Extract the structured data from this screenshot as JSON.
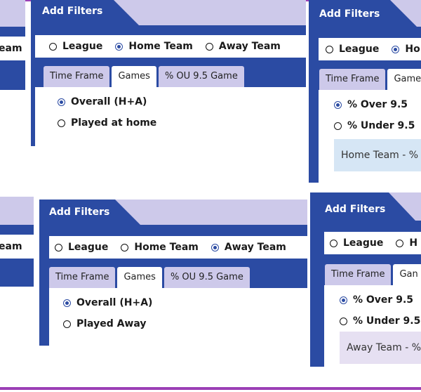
{
  "panel": {
    "title": "Add Filters",
    "radios": [
      "League",
      "Home Team",
      "Away Team"
    ],
    "tabs": [
      "Time Frame",
      "Games",
      "% OU 9.5 Game"
    ]
  },
  "fragments": {
    "left_top": "eam",
    "left_bottom": "eam",
    "cut_ho": "Ho",
    "cut_h": "H",
    "cut_game": "Game",
    "cut_gan": "Gan"
  },
  "top_center": {
    "options": [
      "Overall (H+A)",
      "Played at home"
    ],
    "selected_radio": "Home Team"
  },
  "bottom_center": {
    "options": [
      "Overall (H+A)",
      "Played Away"
    ],
    "selected_radio": "Away Team"
  },
  "top_right": {
    "options": [
      "% Over 9.5",
      "% Under 9.5"
    ],
    "info": "Home Team - %",
    "info_bg": "#d6e6f5"
  },
  "bottom_right": {
    "options": [
      "% Over 9.5",
      "% Under 9.5"
    ],
    "info": "Away Team - %",
    "info_bg": "#e6e0f2"
  },
  "colors": {
    "primary": "#2b4ba3",
    "tab": "#cdc9ea",
    "accent_border": "#9b3fb6"
  }
}
